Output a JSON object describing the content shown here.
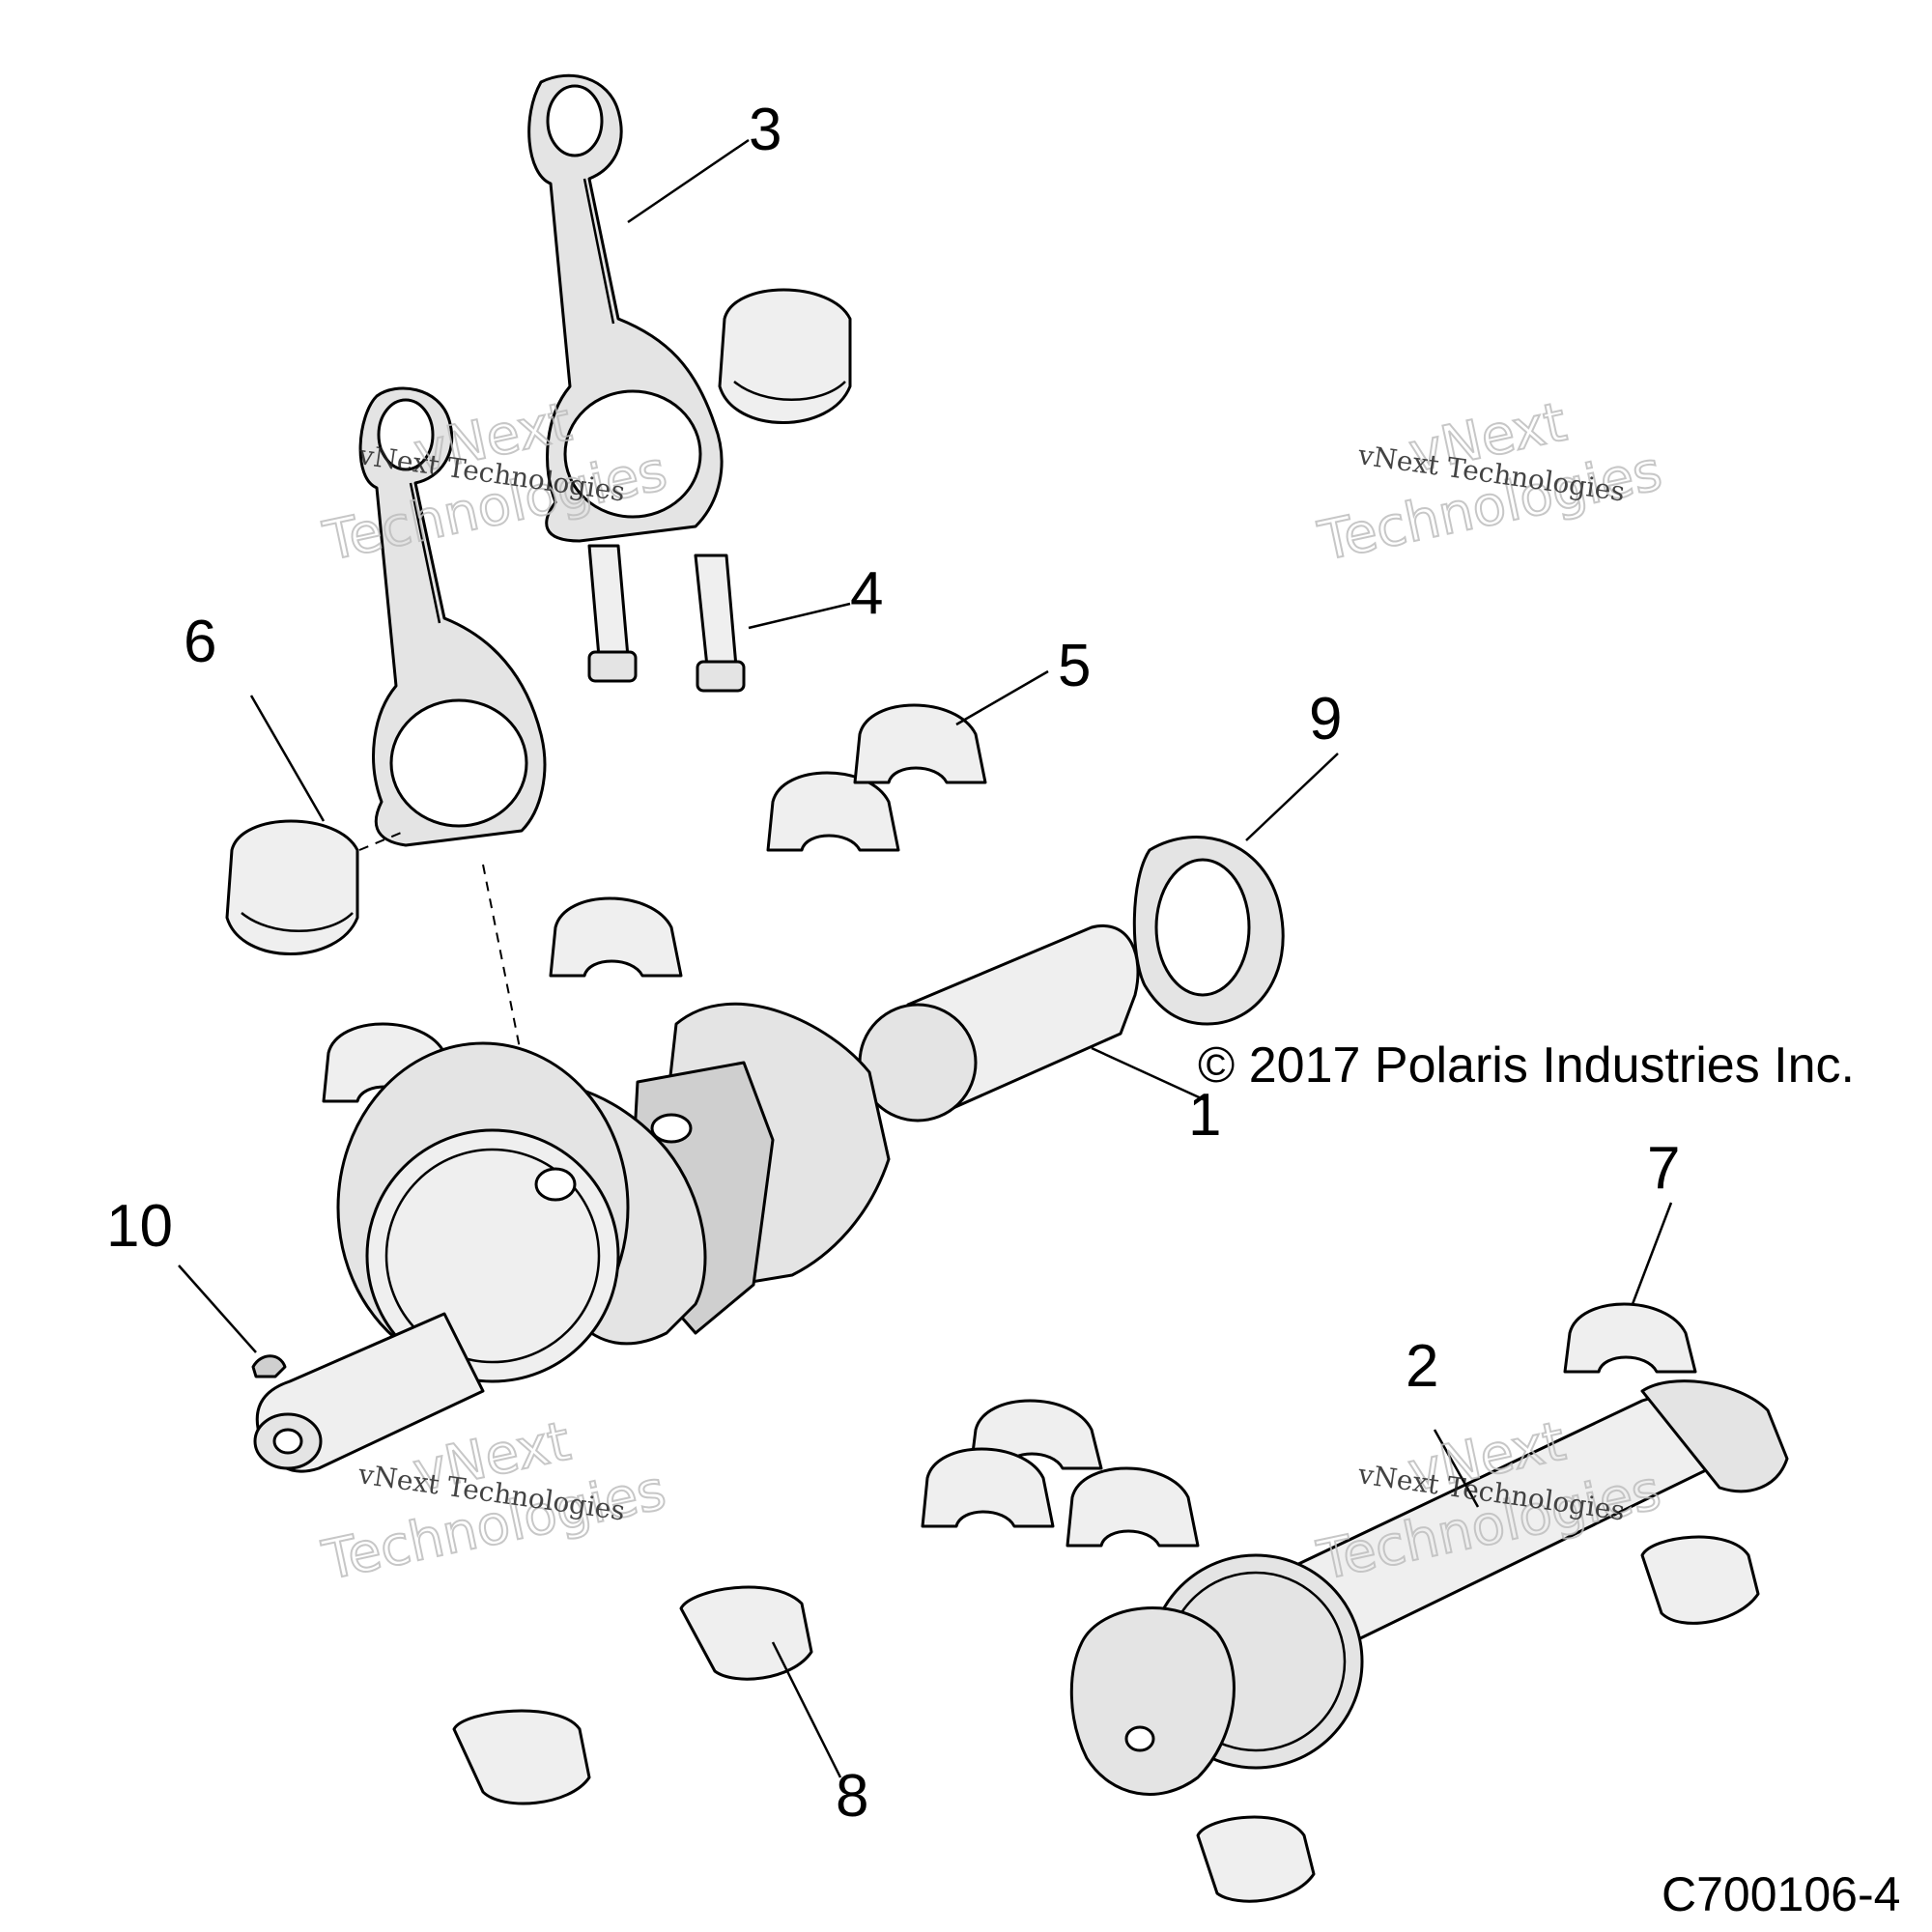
{
  "diagram": {
    "callouts": [
      "1",
      "2",
      "3",
      "4",
      "5",
      "6",
      "7",
      "8",
      "9",
      "10"
    ],
    "copyright": "© 2017 Polaris Industries Inc.",
    "document_number": "C700106-4",
    "watermark": {
      "brand_line": "vNext Technologies",
      "outline_line_1": "vNext",
      "outline_line_2": "Technologies"
    }
  }
}
